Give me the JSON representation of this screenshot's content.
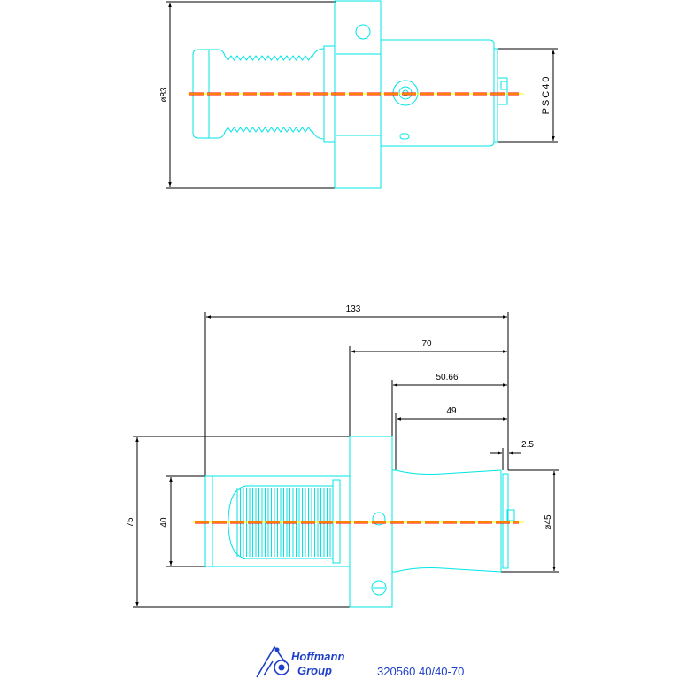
{
  "colors": {
    "background": "#ffffff",
    "outline": "#00e5e5",
    "dimension": "#000000",
    "centerline_dash": "#ff0000",
    "centerline_base": "#ffff00",
    "brand": "#1e3fc8"
  },
  "top_view": {
    "dimensions": {
      "diameter": "ø83",
      "shank": "PSC40"
    }
  },
  "side_view": {
    "dimensions": {
      "overall_length": "133",
      "length_70": "70",
      "length_50_66": "50.66",
      "length_49": "49",
      "offset": "2.5",
      "flange_height": "75",
      "body_height": "40",
      "shank_diameter": "ø45"
    }
  },
  "title_block": {
    "logo_icon": "hoffmann-logo-icon",
    "logo": {
      "line1": "Hoffmann",
      "line2": "Group"
    },
    "part_number": "320560 40/40-70"
  }
}
